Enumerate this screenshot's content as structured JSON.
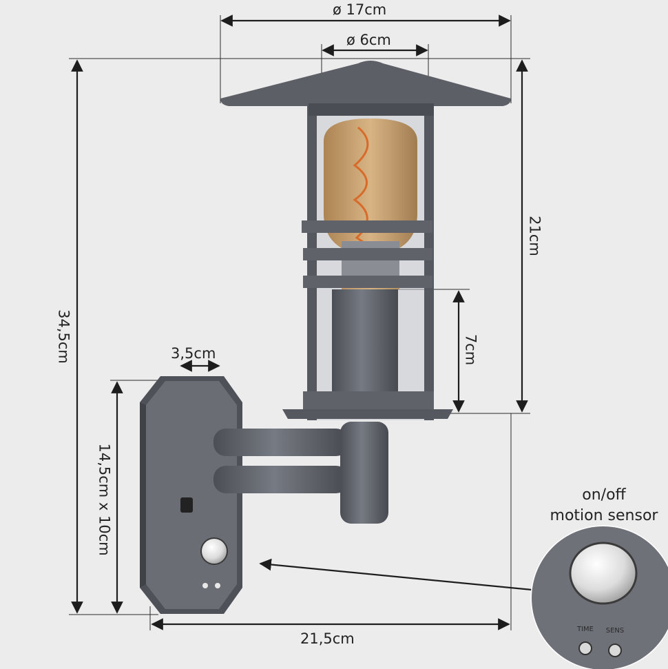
{
  "dimensions": {
    "outer_diameter": "ø 17cm",
    "inner_diameter": "ø 6cm",
    "total_height": "34,5cm",
    "head_height": "21cm",
    "stem_height": "7cm",
    "plate_size": "14,5cm x 10cm",
    "plate_depth": "3,5cm",
    "total_depth": "21,5cm"
  },
  "sensor": {
    "line1": "on/off",
    "line2": "motion sensor",
    "label_time": "TIME",
    "label_sens": "SENS"
  },
  "colors": {
    "background": "#ececed",
    "lamp_body": "#5f6269",
    "lamp_dark": "#45484e",
    "glass": "#c9cbcf",
    "bulb": "#c79a5c",
    "filament": "#d86a2a",
    "dimension_line": "#1d1d1d"
  }
}
